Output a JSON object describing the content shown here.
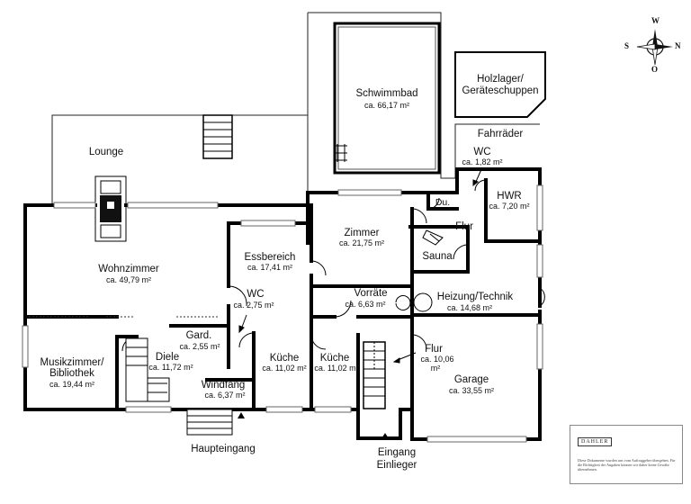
{
  "rooms": {
    "lounge": {
      "name": "Lounge"
    },
    "schwimmbad": {
      "name": "Schwimmbad",
      "area": "ca. 66,17 m²"
    },
    "holzlager": {
      "name_line1": "Holzlager/",
      "name_line2": "Geräteschuppen"
    },
    "fahrraeder": {
      "name": "Fahrräder"
    },
    "wc_top": {
      "name": "WC",
      "area": "ca. 1,82 m²"
    },
    "du": {
      "name": "Du."
    },
    "hwr": {
      "name": "HWR",
      "area": "ca. 7,20 m²"
    },
    "flur_top": {
      "name": "Flur"
    },
    "zimmer": {
      "name": "Zimmer",
      "area": "ca. 21,75 m²"
    },
    "sauna": {
      "name": "Sauna"
    },
    "essbereich": {
      "name": "Essbereich",
      "area": "ca. 17,41 m²"
    },
    "wohnzimmer": {
      "name": "Wohnzimmer",
      "area": "ca. 49,79 m²"
    },
    "vorraete": {
      "name": "Vorräte",
      "area": "ca. 6,63 m²"
    },
    "heizung": {
      "name": "Heizung/Technik",
      "area": "ca. 14,68 m²"
    },
    "wc_mid": {
      "name": "WC",
      "area": "ca. 2,75 m²"
    },
    "gard": {
      "name": "Gard.",
      "area": "ca. 2,55 m²"
    },
    "musikzimmer": {
      "name_line1": "Musikzimmer/",
      "name_line2": "Bibliothek",
      "area": "ca. 19,44 m²"
    },
    "diele": {
      "name": "Diele",
      "area": "ca. 11,72 m²"
    },
    "kueche_left": {
      "name": "Küche",
      "area": "ca. 11,02 m²"
    },
    "kueche_right": {
      "name": "Küche",
      "area": "ca. 11,02 m²"
    },
    "flur_bottom": {
      "name": "Flur",
      "area_line1": "ca. 10,06",
      "area_line2": "m²"
    },
    "garage": {
      "name": "Garage",
      "area": "ca. 33,55 m²"
    },
    "windfang": {
      "name": "Windfang",
      "area": "ca. 6,37 m²"
    }
  },
  "entrances": {
    "haupteingang": "Haupteingang",
    "einlieger_line1": "Eingang",
    "einlieger_line2": "Einlieger"
  },
  "compass": {
    "n": "N",
    "s": "S",
    "w": "W",
    "o": "O"
  },
  "disclaimer": {
    "logo": "DAHLER",
    "text": "Diese Dokumente wurden uns vom Auftraggeber übergeben. Für die Richtigkeit der Angaben können wir daher keine Gewähr übernehmen."
  }
}
